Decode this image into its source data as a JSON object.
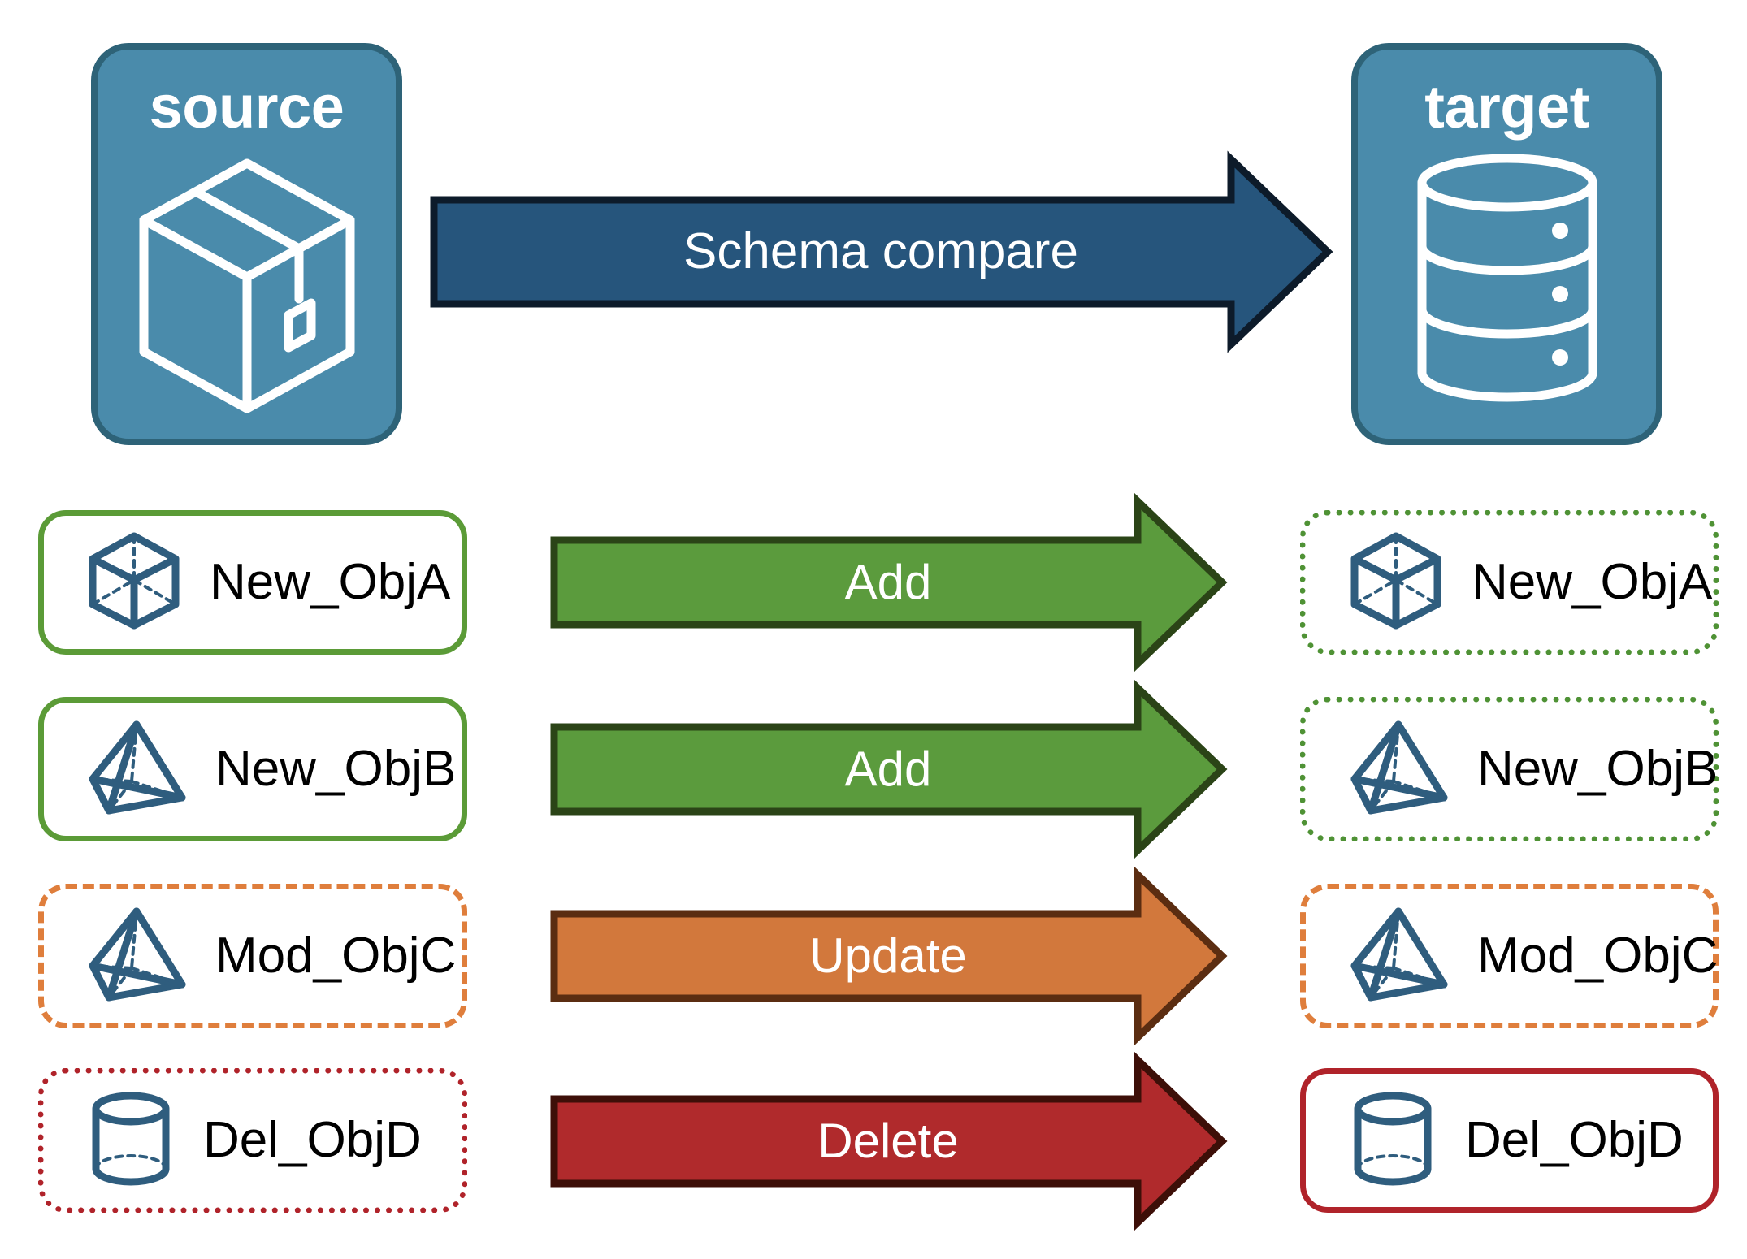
{
  "diagram": {
    "title": "Schema compare source to target",
    "endpoints": [
      {
        "id": "source",
        "label": "source",
        "icon": "package-box-icon"
      },
      {
        "id": "target",
        "label": "target",
        "icon": "database-cylinder-icon"
      }
    ],
    "main_arrow": {
      "label": "Schema compare",
      "fill": "#26557c",
      "stroke": "#0d1b2a"
    },
    "rows": [
      {
        "source": {
          "label": "New_ObjA",
          "icon": "cube-wireframe-icon",
          "border_style": "solid",
          "border_color": "#5b9b37"
        },
        "arrow": {
          "label": "Add",
          "fill": "#5b9b3d",
          "stroke": "#2b4417"
        },
        "target": {
          "label": "New_ObjA",
          "icon": "cube-wireframe-icon",
          "border_style": "dotted",
          "border_color": "#4f9235"
        }
      },
      {
        "source": {
          "label": "New_ObjB",
          "icon": "pyramid-wireframe-icon",
          "border_style": "solid",
          "border_color": "#5b9b37"
        },
        "arrow": {
          "label": "Add",
          "fill": "#5b9b3d",
          "stroke": "#2b4417"
        },
        "target": {
          "label": "New_ObjB",
          "icon": "pyramid-wireframe-icon",
          "border_style": "dotted",
          "border_color": "#4f9235"
        }
      },
      {
        "source": {
          "label": "Mod_ObjC",
          "icon": "pyramid-wireframe-icon",
          "border_style": "dashed",
          "border_color": "#df7e3c"
        },
        "arrow": {
          "label": "Update",
          "fill": "#d2783c",
          "stroke": "#5b2d11"
        },
        "target": {
          "label": "Mod_ObjC",
          "icon": "pyramid-wireframe-icon",
          "border_style": "dashed",
          "border_color": "#df7e3c"
        }
      },
      {
        "source": {
          "label": "Del_ObjD",
          "icon": "cylinder-wireframe-icon",
          "border_style": "dotted",
          "border_color": "#b0232a"
        },
        "arrow": {
          "label": "Delete",
          "fill": "#b02a2c",
          "stroke": "#3d0f08"
        },
        "target": {
          "label": "Del_ObjD",
          "icon": "cylinder-wireframe-icon",
          "border_style": "solid",
          "border_color": "#b0232a"
        }
      }
    ],
    "colors": {
      "endpoint_fill": "#4a8bab",
      "endpoint_stroke": "#2e6378",
      "object_icon": "#2f5d7e",
      "canvas": "#ffffff",
      "text": "#000000",
      "arrow_text": "#ffffff"
    }
  }
}
